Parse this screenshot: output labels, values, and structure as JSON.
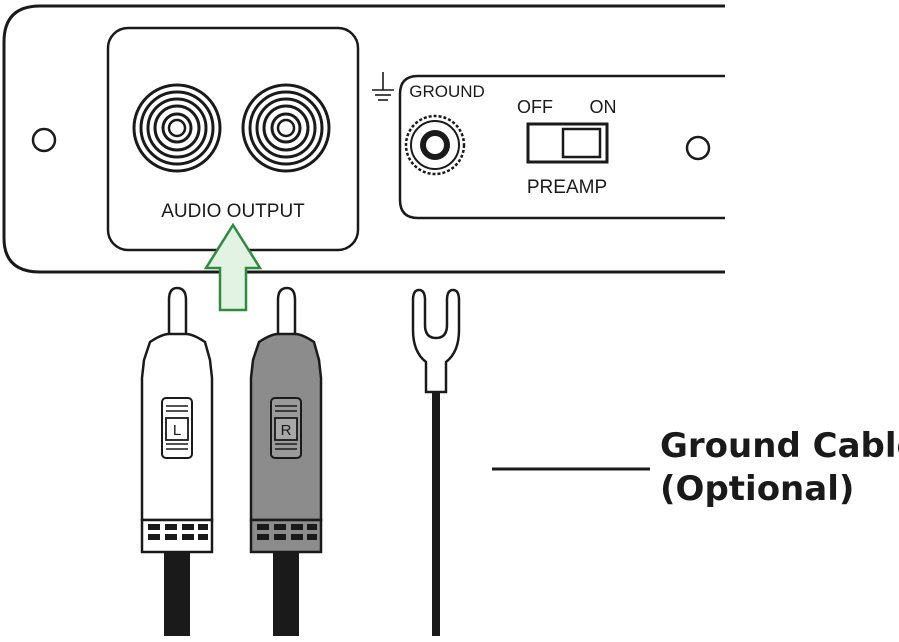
{
  "panel": {
    "audio_output_label": "AUDIO OUTPUT",
    "ground_label": "GROUND",
    "switch_off_label": "OFF",
    "switch_on_label": "ON",
    "preamp_label": "PREAMP",
    "preamp_state": "ON"
  },
  "plugs": {
    "left_label": "L",
    "right_label": "R",
    "left_color": "#ffffff",
    "right_color": "#8c8c8c"
  },
  "callout": {
    "line1": "Ground Cable",
    "line2": "(Optional)"
  },
  "colors": {
    "arrow_fill": "#e3f3e3",
    "arrow_stroke": "#2e8b3e",
    "ink": "#1a1a1a"
  }
}
